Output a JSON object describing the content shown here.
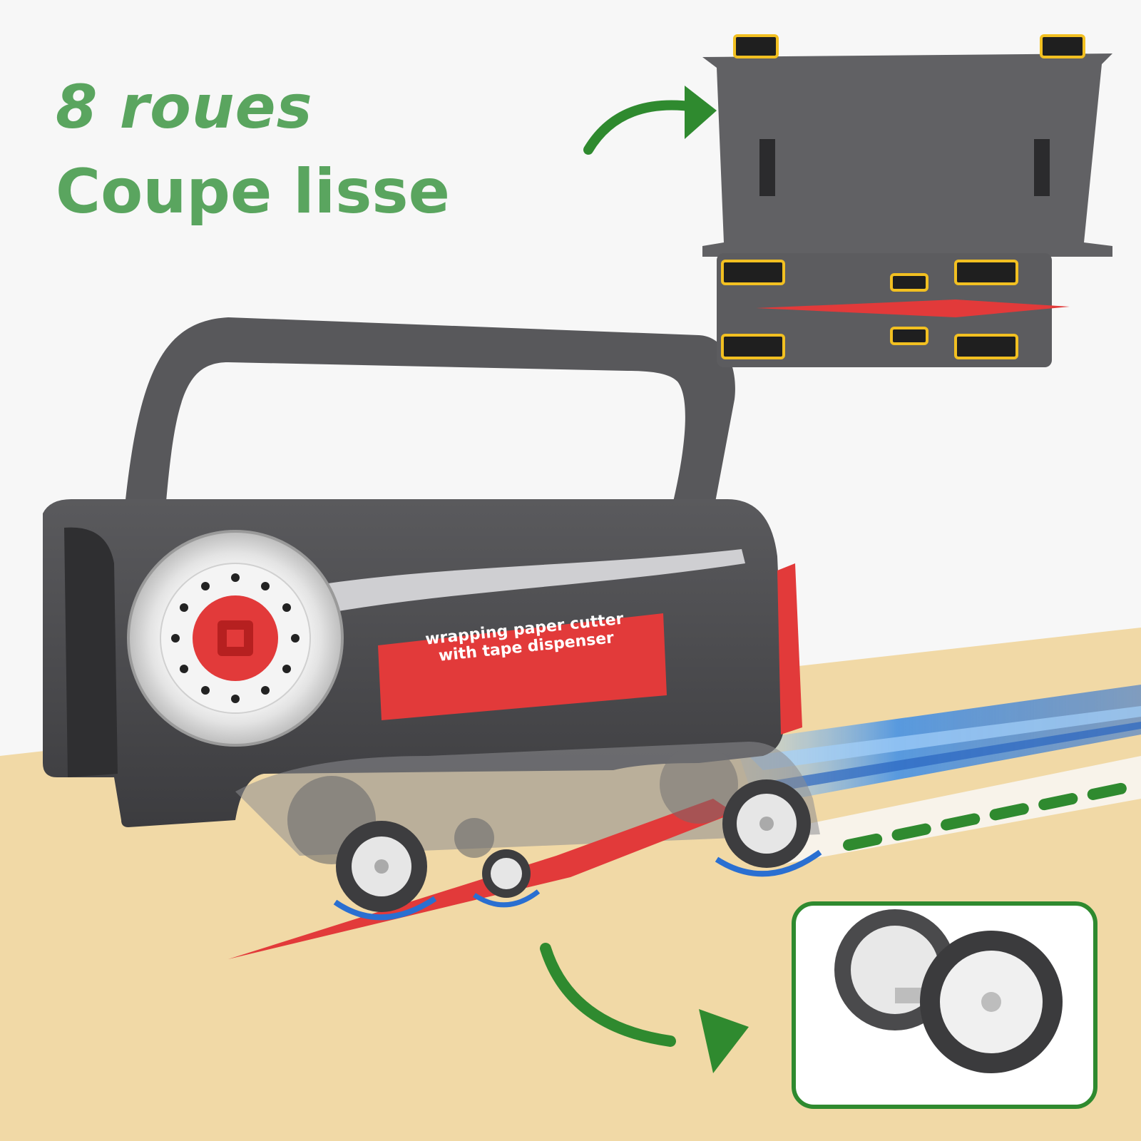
{
  "headline": {
    "line1": "8 roues",
    "line2": "Coupe lisse"
  },
  "product_label": {
    "line1": "wrapping paper cutter",
    "line2": "with tape dispenser"
  },
  "colors": {
    "headline_green": "#5aa55f",
    "arrow_green": "#2f8a2f",
    "body_gray": "#4a4a4c",
    "accent_red": "#e23a3a",
    "paper_tan": "#f1d9a6",
    "motion_blue": "#3f8fe8",
    "wheel_highlight": "#f2c021"
  },
  "icons": [
    "curved-arrow-icon",
    "wheel-icon"
  ]
}
